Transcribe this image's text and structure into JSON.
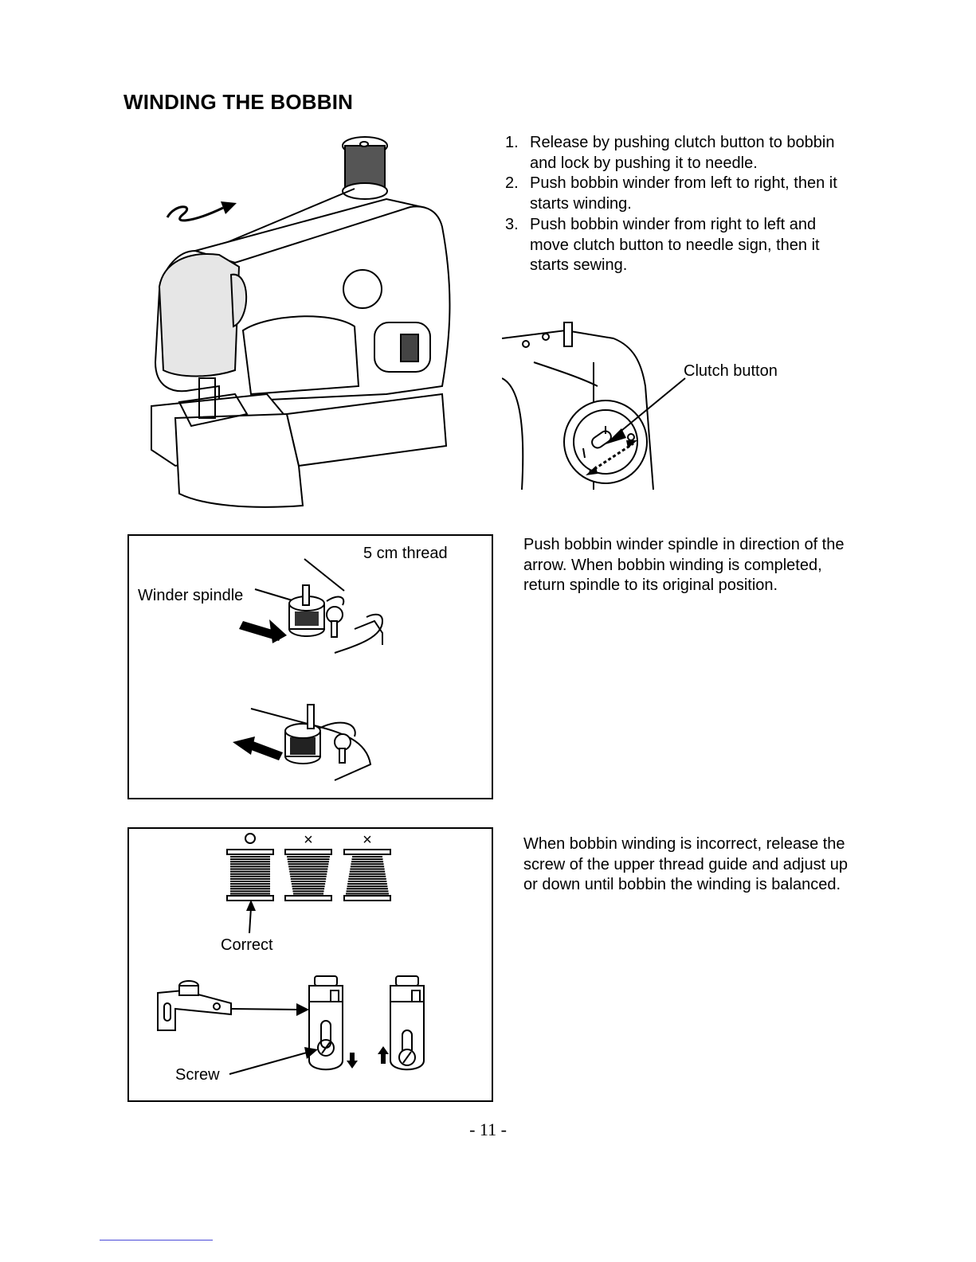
{
  "page": {
    "title": "WINDING THE BOBBIN",
    "page_number": "- 11 -"
  },
  "steps": [
    {
      "number": "1.",
      "text": "Release by pushing clutch button to bobbin and lock by pushing it to needle."
    },
    {
      "number": "2.",
      "text": "Push bobbin winder from left to right, then it starts winding."
    },
    {
      "number": "3.",
      "text": "Push bobbin winder from right to left and move clutch button to needle sign, then it starts sewing."
    }
  ],
  "figure_clutch": {
    "label": "Clutch button"
  },
  "figure_spindle": {
    "thread_label": "5 cm thread",
    "spindle_label": "Winder spindle",
    "description": "Push bobbin winder spindle in direction of the arrow. When bobbin winding is completed, return spindle to its original position."
  },
  "figure_balance": {
    "correct_label": "Correct",
    "screw_label": "Screw",
    "symbols": [
      "○",
      "×",
      "×"
    ],
    "description": "When bobbin winding is incorrect, release the screw of the upper thread guide and adjust up or down until bobbin the winding is balanced."
  }
}
